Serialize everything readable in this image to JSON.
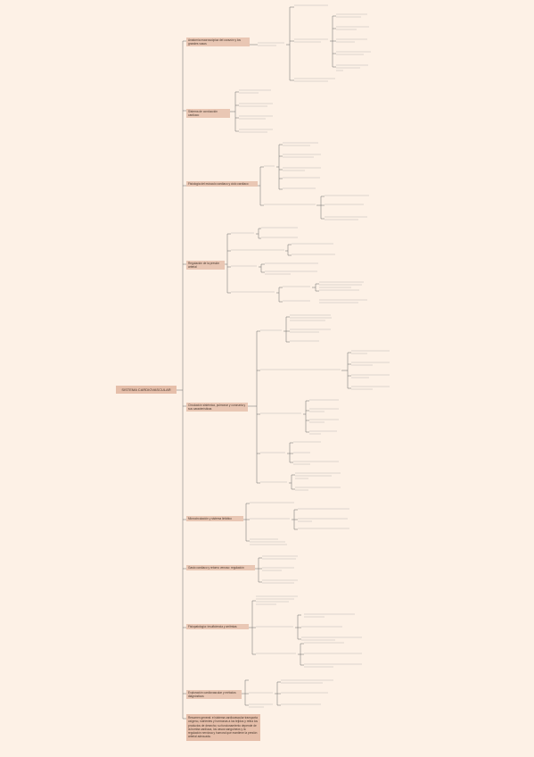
{
  "root": "SISTEMA CARDIOVASCULAR",
  "categories": [
    {
      "id": "c1",
      "label": "Anatomía macroscópica del corazón y los grandes vasos"
    },
    {
      "id": "c2",
      "label": "Sistema de conducción cardíaco"
    },
    {
      "id": "c3",
      "label": "Fisiología del músculo cardíaco y ciclo cardíaco"
    },
    {
      "id": "c4",
      "label": "Regulación de la presión arterial"
    },
    {
      "id": "c5",
      "label": "Circulación sistémica, pulmonar y coronaria y sus características"
    },
    {
      "id": "c6",
      "label": "Microcirculación y sistema linfático"
    },
    {
      "id": "c7",
      "label": "Gasto cardíaco y retorno venoso: regulación"
    },
    {
      "id": "c8",
      "label": "Fisiopatología: insuficiencia y arritmias"
    },
    {
      "id": "c9",
      "label": "Exploración cardiovascular y métodos diagnósticos"
    }
  ],
  "note": "Resumen general: el sistema cardiovascular transporta oxígeno, nutrientes y hormonas a los tejidos y retira los productos de desecho; su funcionamiento depende de la bomba cardíaca, los vasos sanguíneos y la regulación nerviosa y humoral que mantiene la presión arterial adecuada."
}
